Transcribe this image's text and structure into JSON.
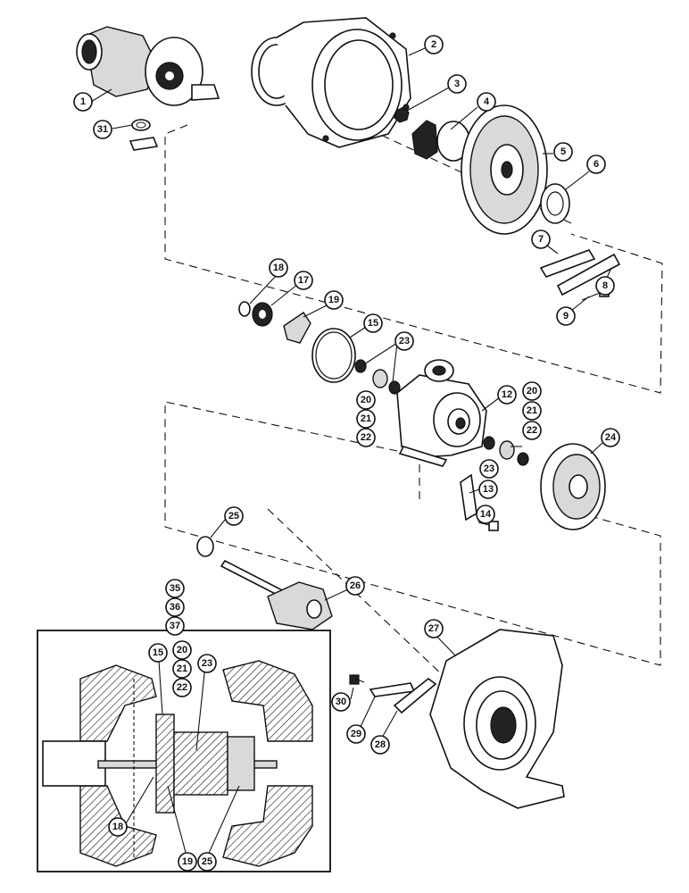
{
  "callouts": [
    {
      "id": "c1",
      "label": "1"
    },
    {
      "id": "c2",
      "label": "2"
    },
    {
      "id": "c3",
      "label": "3"
    },
    {
      "id": "c4",
      "label": "4"
    },
    {
      "id": "c5",
      "label": "5"
    },
    {
      "id": "c6",
      "label": "6"
    },
    {
      "id": "c7",
      "label": "7"
    },
    {
      "id": "c8",
      "label": "8"
    },
    {
      "id": "c9",
      "label": "9"
    },
    {
      "id": "c12",
      "label": "12"
    },
    {
      "id": "c13",
      "label": "13"
    },
    {
      "id": "c14",
      "label": "14"
    },
    {
      "id": "c15a",
      "label": "15"
    },
    {
      "id": "c17",
      "label": "17"
    },
    {
      "id": "c18a",
      "label": "18"
    },
    {
      "id": "c19a",
      "label": "19"
    },
    {
      "id": "c20a",
      "label": "20"
    },
    {
      "id": "c21a",
      "label": "21"
    },
    {
      "id": "c22a",
      "label": "22"
    },
    {
      "id": "c20b",
      "label": "20"
    },
    {
      "id": "c21b",
      "label": "21"
    },
    {
      "id": "c22b",
      "label": "22"
    },
    {
      "id": "c23a",
      "label": "23"
    },
    {
      "id": "c23b",
      "label": "23"
    },
    {
      "id": "c24",
      "label": "24"
    },
    {
      "id": "c25a",
      "label": "25"
    },
    {
      "id": "c26",
      "label": "26"
    },
    {
      "id": "c27",
      "label": "27"
    },
    {
      "id": "c28",
      "label": "28"
    },
    {
      "id": "c29",
      "label": "29"
    },
    {
      "id": "c30",
      "label": "30"
    },
    {
      "id": "c31",
      "label": "31"
    },
    {
      "id": "c35",
      "label": "35"
    },
    {
      "id": "c36",
      "label": "36"
    },
    {
      "id": "c37",
      "label": "37"
    },
    {
      "id": "c15b",
      "label": "15"
    },
    {
      "id": "c20c",
      "label": "20"
    },
    {
      "id": "c21c",
      "label": "21"
    },
    {
      "id": "c22c",
      "label": "22"
    },
    {
      "id": "c23c",
      "label": "23"
    },
    {
      "id": "c18b",
      "label": "18"
    },
    {
      "id": "c19b",
      "label": "19"
    },
    {
      "id": "c25b",
      "label": "25"
    }
  ]
}
